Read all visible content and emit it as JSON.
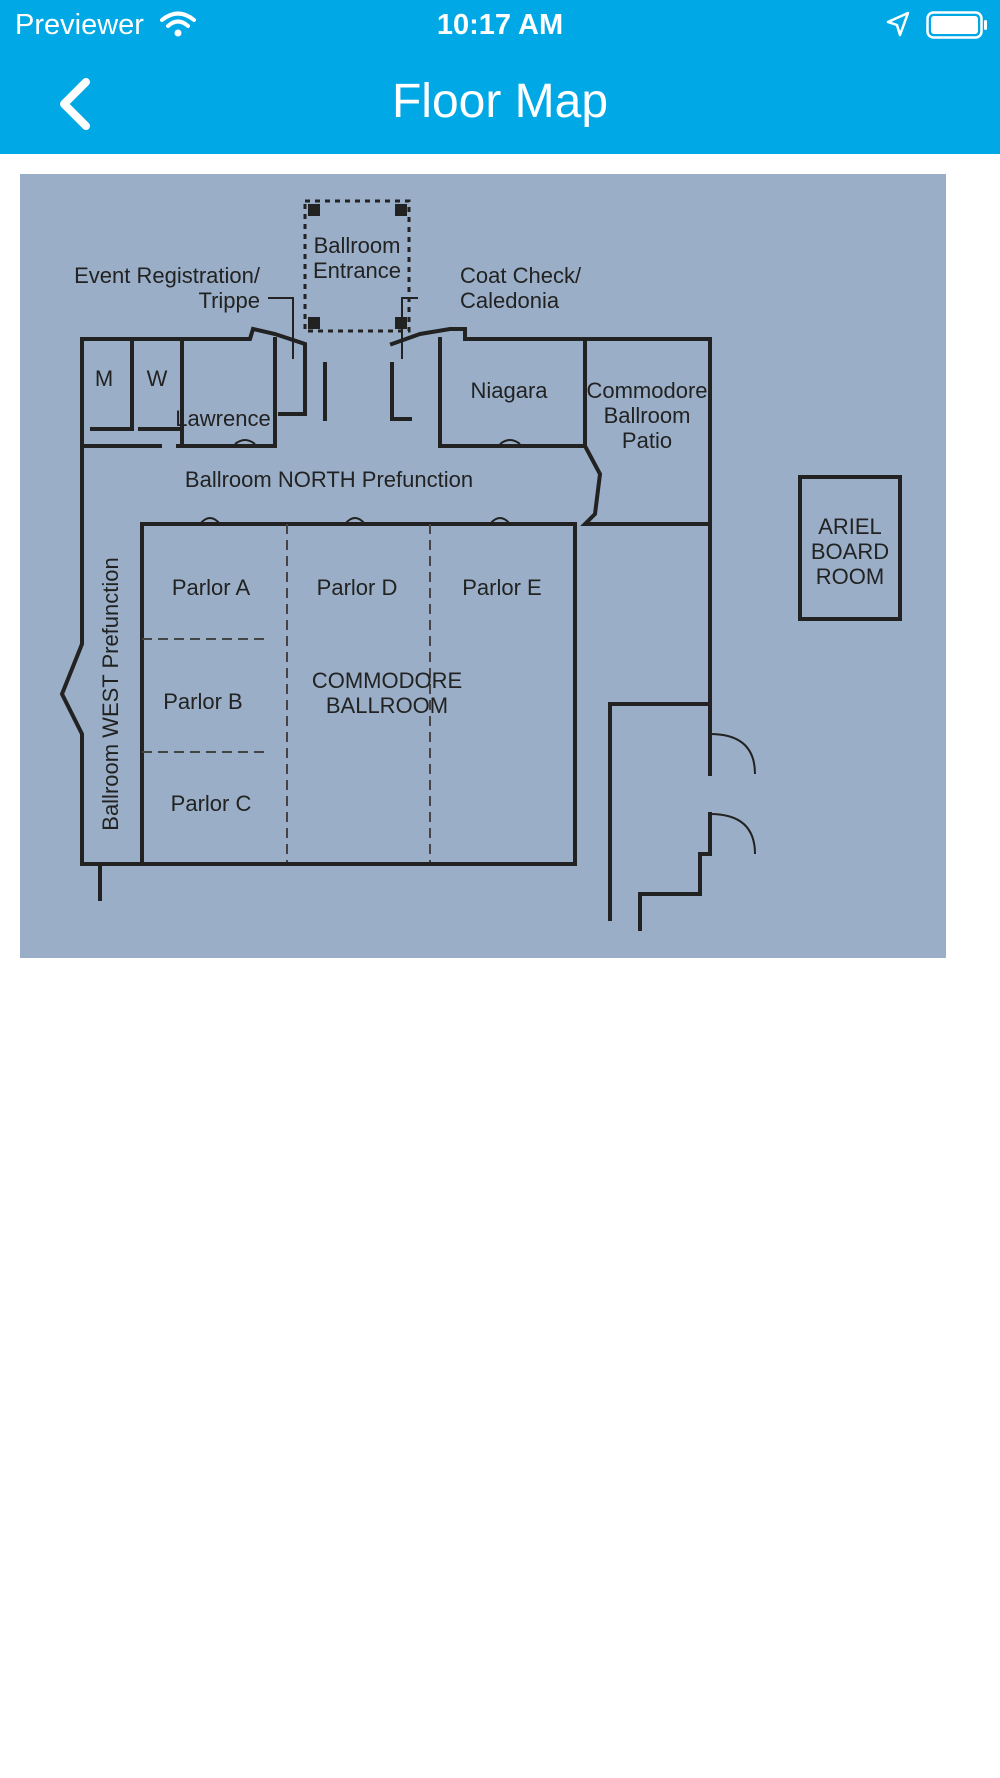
{
  "status_bar": {
    "carrier": "Previewer",
    "time": "10:17 AM"
  },
  "nav": {
    "title": "Floor Map"
  },
  "map": {
    "labels": {
      "ballroom_entrance_1": "Ballroom",
      "ballroom_entrance_2": "Entrance",
      "event_reg_1": "Event Registration/",
      "event_reg_2": "Trippe",
      "coat_check_1": "Coat Check/",
      "coat_check_2": "Caledonia",
      "m": "M",
      "w": "W",
      "lawrence": "Lawrence",
      "niagara": "Niagara",
      "patio_1": "Commodore",
      "patio_2": "Ballroom",
      "patio_3": "Patio",
      "north_prefunction": "Ballroom NORTH Prefunction",
      "west_prefunction": "Ballroom WEST Prefunction",
      "parlor_a": "Parlor A",
      "parlor_b": "Parlor B",
      "parlor_c": "Parlor C",
      "parlor_d": "Parlor D",
      "parlor_e": "Parlor E",
      "ballroom_1": "COMMODORE",
      "ballroom_2": "BALLROOM",
      "ariel_1": "ARIEL",
      "ariel_2": "BOARD",
      "ariel_3": "ROOM"
    }
  },
  "colors": {
    "header": "#00a9e6",
    "map_bg": "#9aafc7",
    "lines": "#222222"
  },
  "icons": [
    "wifi-icon",
    "location-arrow-icon",
    "battery-icon",
    "chevron-left-icon"
  ]
}
